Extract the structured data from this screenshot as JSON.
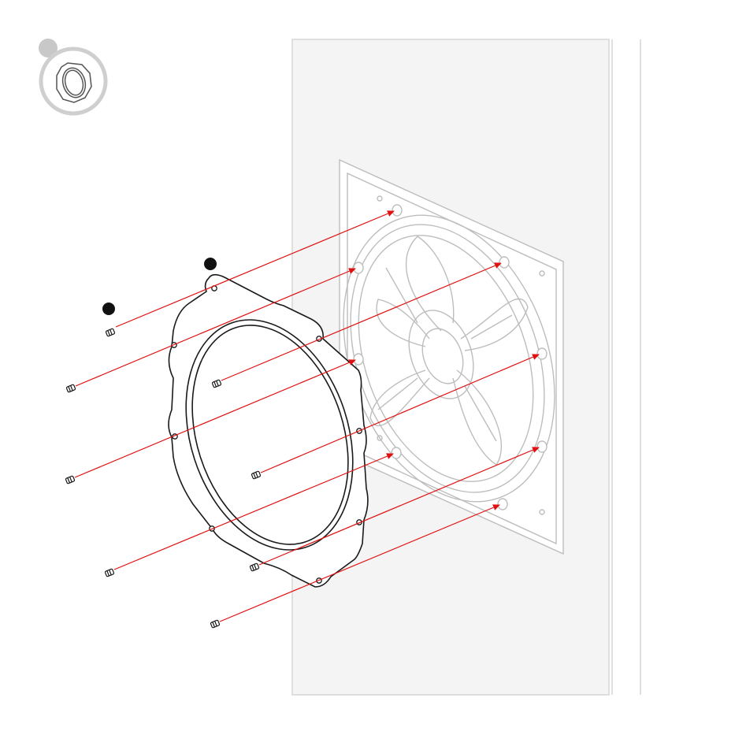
{
  "diagram": {
    "type": "exploded-assembly-illustration",
    "step_badge_icon": "mounting-ring-icon",
    "callout_markers": [
      "ring-callout",
      "screw-callout"
    ],
    "screw_count": 8,
    "colors": {
      "line": "#1a1a1a",
      "ghost_line": "#bdbdbd",
      "wall_fill": "#f4f4f4",
      "wall_edge": "#d6d6d6",
      "arrow": "#e01010",
      "badge": "#c8c8c8"
    }
  }
}
